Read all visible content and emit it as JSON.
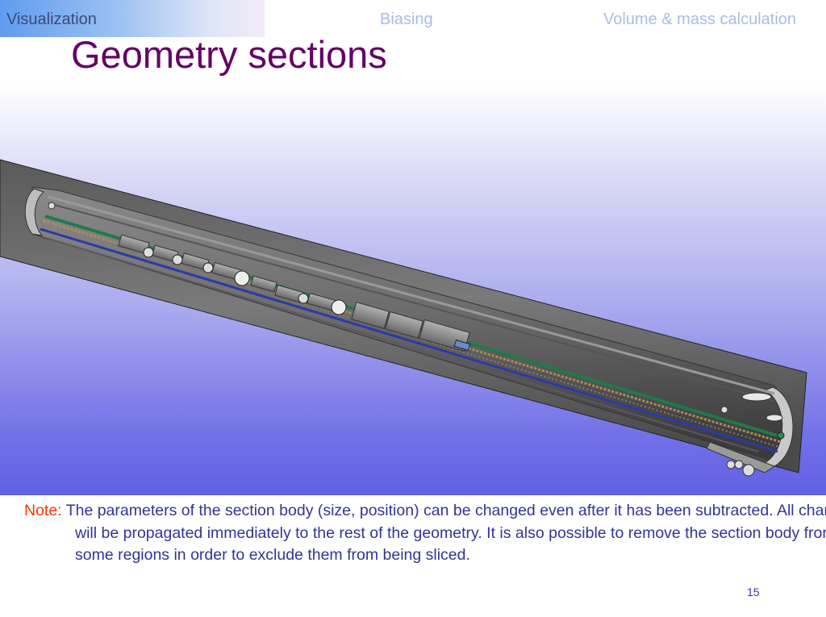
{
  "tabs": {
    "active": "Visualization",
    "items": [
      {
        "label": "Visualization"
      },
      {
        "label": "Biasing"
      },
      {
        "label": "Volume & mass calculation"
      }
    ]
  },
  "title": "Geometry sections",
  "note": {
    "label": "Note:",
    "text": "The parameters of the section body (size, position) can be changed even after it has been subtracted. All changes will be propagated immediately to the rest of the geometry. It is also possible to remove the section body from some regions in order to exclude them from being sliced."
  },
  "page_number": "15",
  "colors": {
    "title": "#660066",
    "note_text": "#333399",
    "note_label": "#ff3300",
    "tab_inactive": "#a9bde3",
    "background_bottom": "#6060e6"
  }
}
